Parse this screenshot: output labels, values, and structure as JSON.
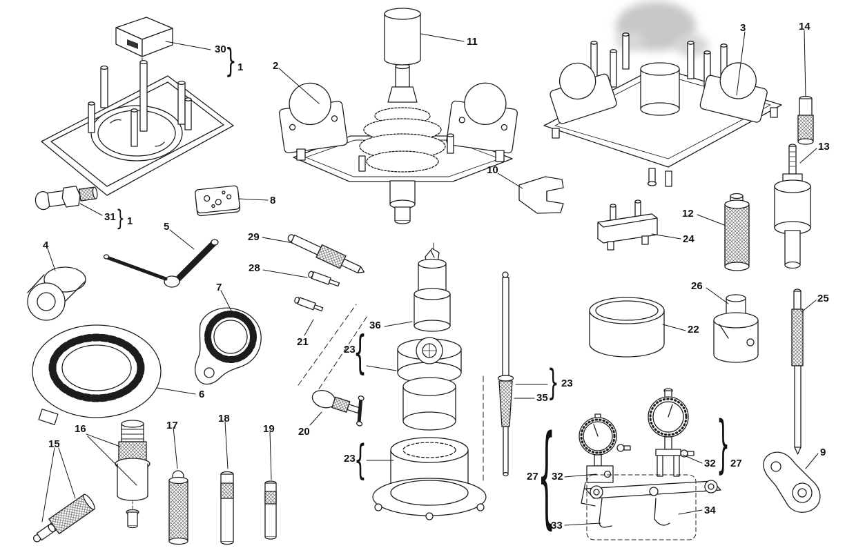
{
  "paper_color": "#ffffff",
  "ink_color": "#1a1a1a",
  "callouts": [
    {
      "label": "30"
    },
    {
      "label": "1"
    },
    {
      "label": "2"
    },
    {
      "label": "11"
    },
    {
      "label": "3"
    },
    {
      "label": "14"
    },
    {
      "label": "10"
    },
    {
      "label": "13"
    },
    {
      "label": "8"
    },
    {
      "label": "31"
    },
    {
      "label": "1"
    },
    {
      "label": "12"
    },
    {
      "label": "24"
    },
    {
      "label": "29"
    },
    {
      "label": "5"
    },
    {
      "label": "28"
    },
    {
      "label": "4"
    },
    {
      "label": "26"
    },
    {
      "label": "25"
    },
    {
      "label": "22"
    },
    {
      "label": "7"
    },
    {
      "label": "36"
    },
    {
      "label": "23"
    },
    {
      "label": "21"
    },
    {
      "label": "6"
    },
    {
      "label": "23"
    },
    {
      "label": "35"
    },
    {
      "label": "23"
    },
    {
      "label": "20"
    },
    {
      "label": "27"
    },
    {
      "label": "32"
    },
    {
      "label": "32"
    },
    {
      "label": "27"
    },
    {
      "label": "9"
    },
    {
      "label": "16"
    },
    {
      "label": "17"
    },
    {
      "label": "18"
    },
    {
      "label": "19"
    },
    {
      "label": "15"
    },
    {
      "label": "33"
    },
    {
      "label": "34"
    }
  ],
  "braces": [
    {
      "glyph": "}"
    },
    {
      "glyph": "}"
    },
    {
      "glyph": "{"
    },
    {
      "glyph": "}"
    },
    {
      "glyph": "{"
    },
    {
      "glyph": "{"
    },
    {
      "glyph": "}"
    }
  ]
}
